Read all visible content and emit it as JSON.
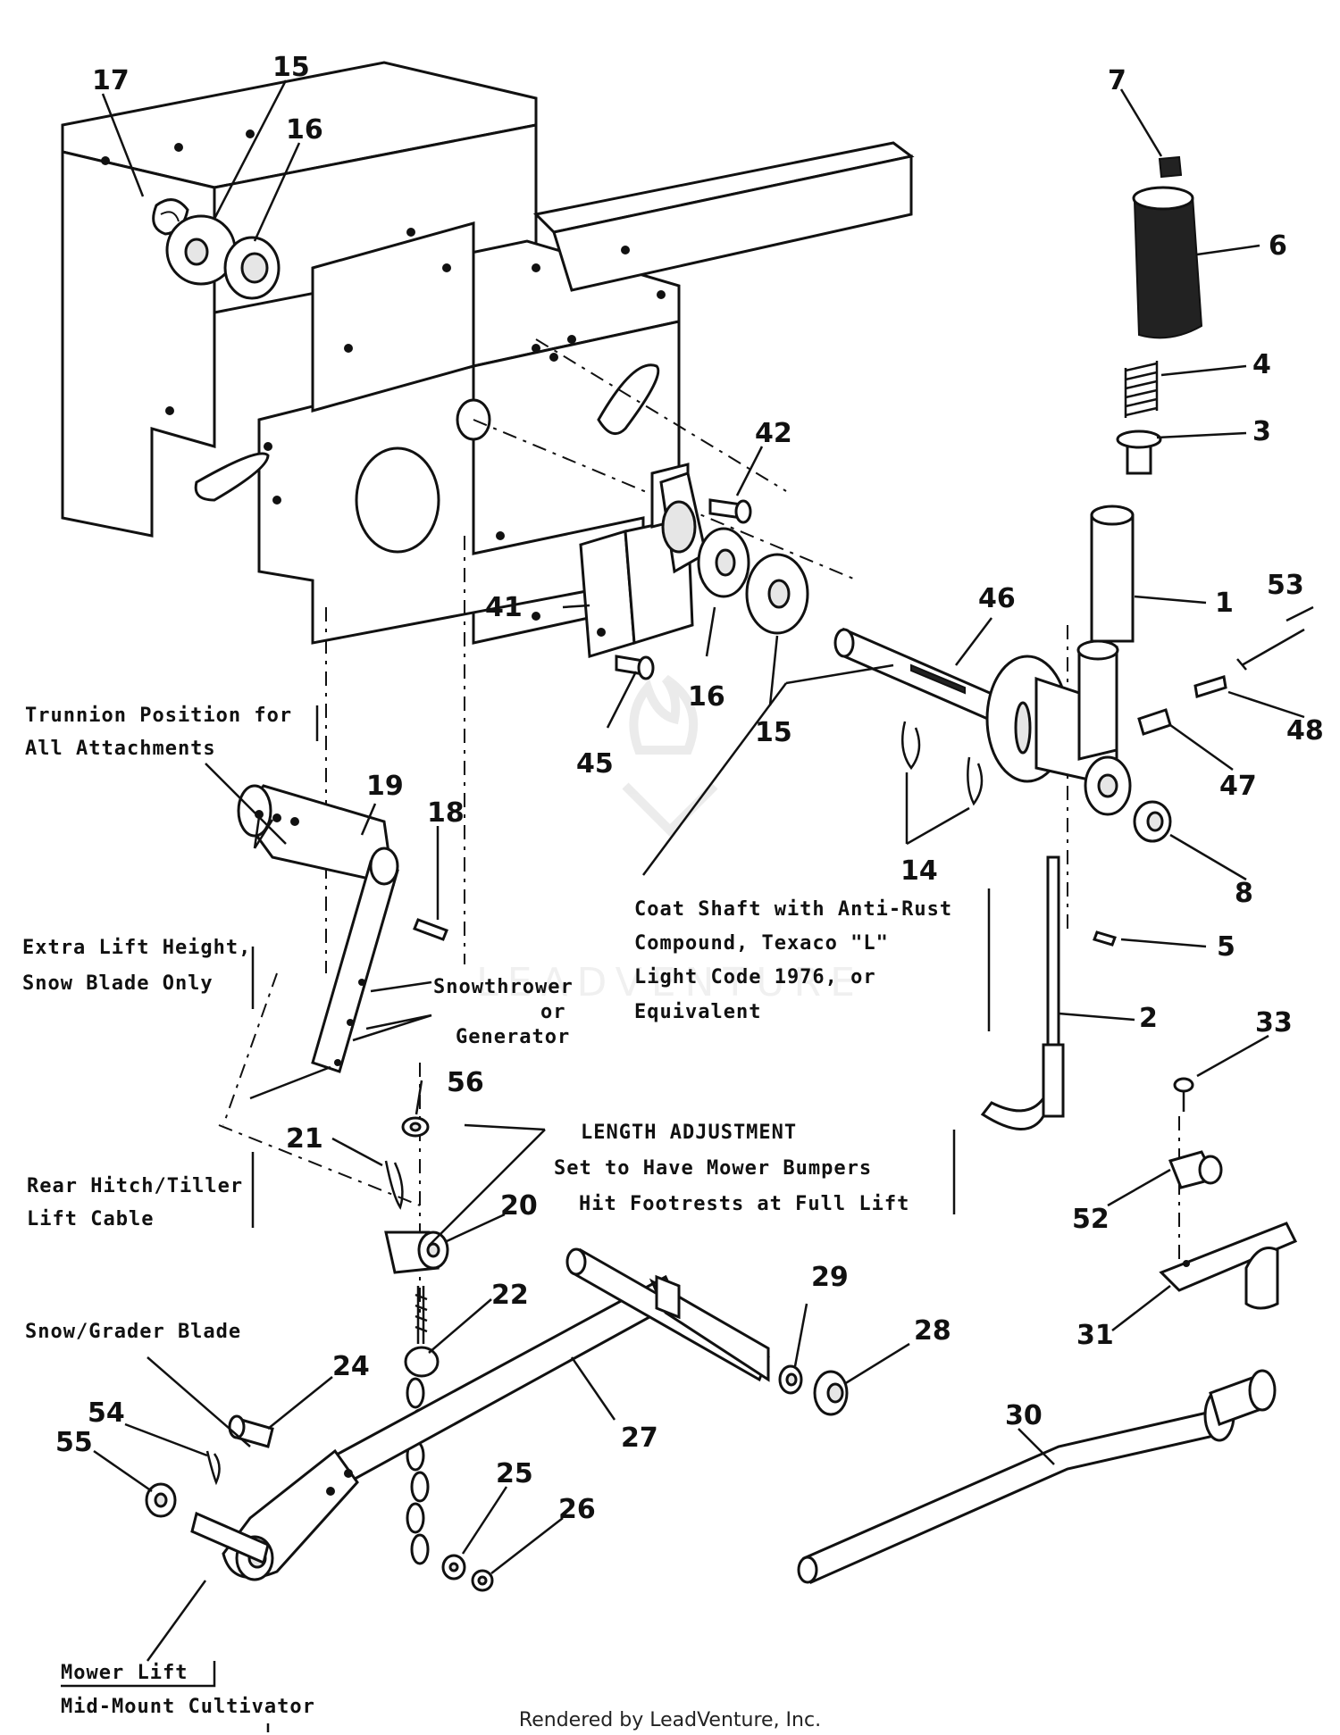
{
  "callouts": [
    "17",
    "15",
    "16",
    "7",
    "6",
    "4",
    "3",
    "42",
    "1",
    "53",
    "41",
    "16",
    "15",
    "46",
    "48",
    "45",
    "47",
    "14",
    "8",
    "19",
    "18",
    "5",
    "2",
    "33",
    "56",
    "21",
    "20",
    "52",
    "31",
    "29",
    "28",
    "22",
    "24",
    "27",
    "54",
    "55",
    "25",
    "26",
    "30"
  ],
  "notes": {
    "trunnion": [
      "Trunnion Position for",
      "All Attachments"
    ],
    "extra_lift": [
      "Extra Lift Height,",
      "Snow Blade Only"
    ],
    "snowthrower": [
      "Snowthrower",
      "or",
      "Generator"
    ],
    "coat_shaft": [
      "Coat Shaft with Anti-Rust",
      "Compound, Texaco \"L\"",
      "Light Code 1976, or",
      "Equivalent"
    ],
    "length_adj": [
      "LENGTH ADJUSTMENT",
      "Set to Have Mower Bumpers",
      "Hit Footrests at Full Lift"
    ],
    "rear_hitch": [
      "Rear Hitch/Tiller",
      "Lift Cable"
    ],
    "snow_grader": "Snow/Grader Blade",
    "mower_lift": [
      "Mower Lift",
      "Mid-Mount Cultivator"
    ]
  },
  "watermark": "LEADVENTURE",
  "credit": "Rendered by LeadVenture, Inc."
}
